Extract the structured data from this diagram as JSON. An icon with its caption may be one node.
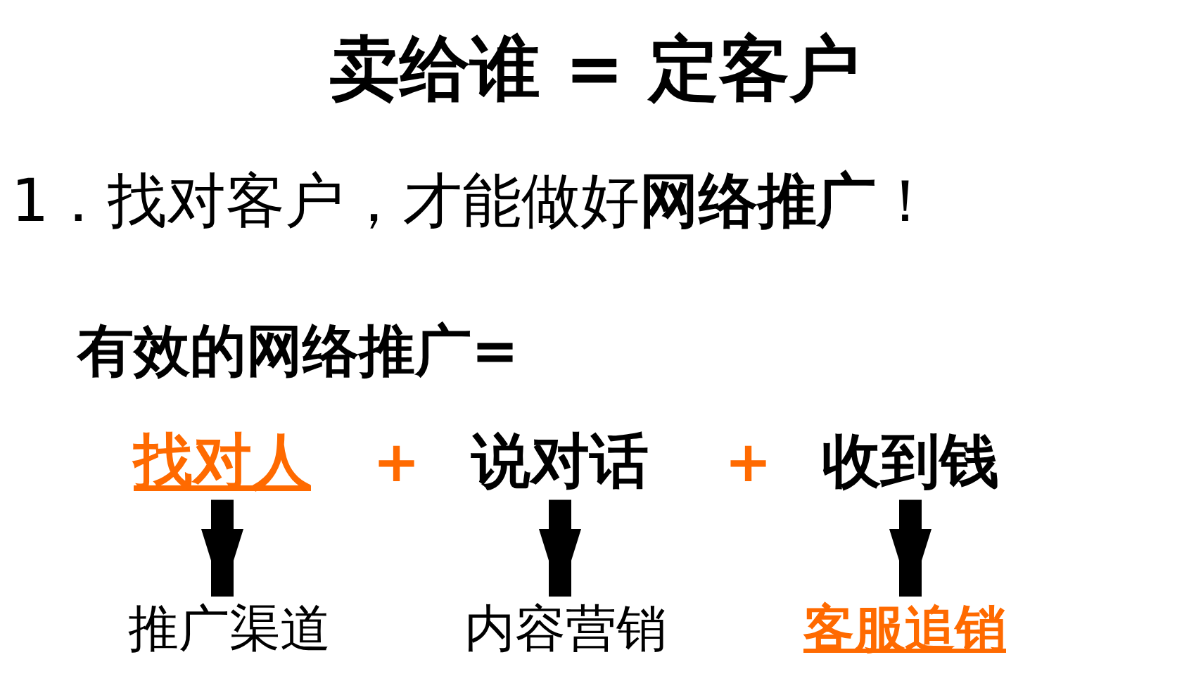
{
  "diagram": {
    "title": "卖给谁 = 定客户",
    "nodes": [
      {
        "text": [
          "找对人"
        ]
      },
      {
        "text": [
          "说对话"
        ]
      },
      {
        "text": [
          "收到钱"
        ]
      },
      {
        "text": [
          "推广渠道"
        ]
      },
      {
        "text": [
          "内容营销"
        ]
      },
      {
        "text": [
          "客服追销"
        ]
      }
    ],
    "edges": [
      {
        "from": 0,
        "to": 3,
        "arrow": "to"
      },
      {
        "from": 1,
        "to": 4,
        "arrow": "to"
      },
      {
        "from": 2,
        "to": 5,
        "arrow": "to"
      }
    ],
    "labels": [
      "1．找对客户，才能做好**网络推广**！",
      "有效的网络推广=",
      "+",
      "+"
    ]
  }
}
